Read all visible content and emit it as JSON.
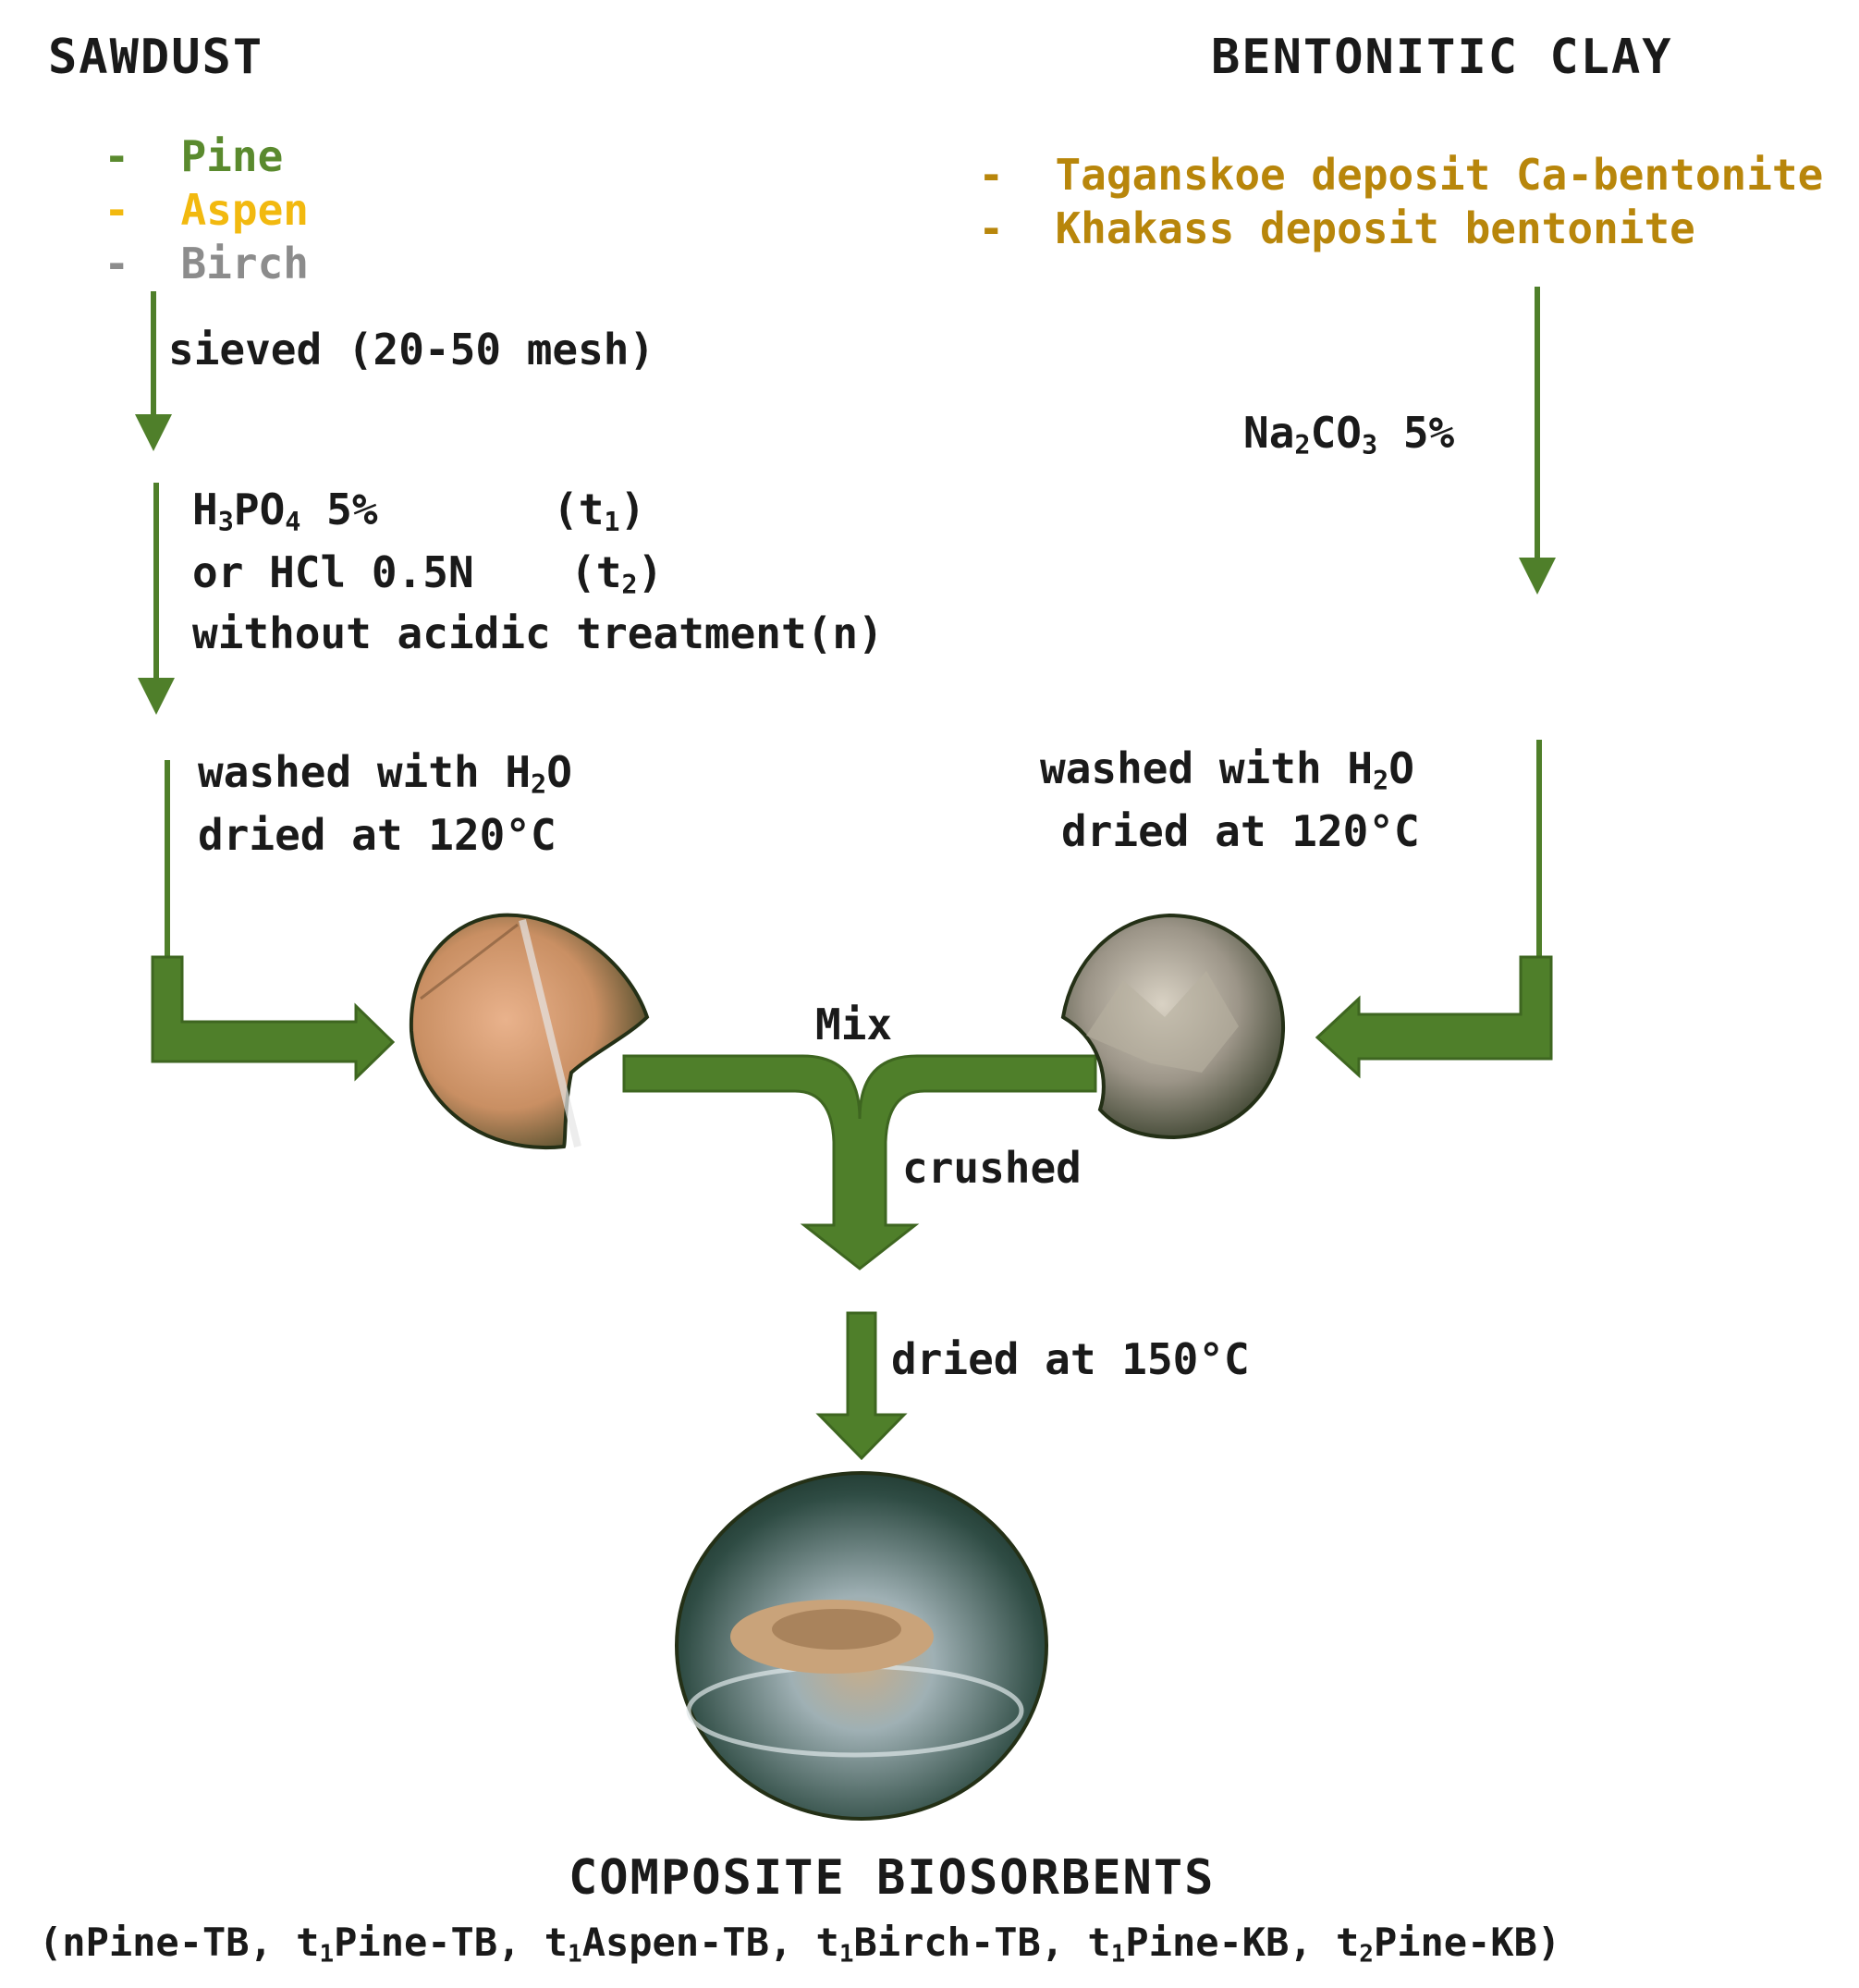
{
  "sawdust": {
    "title": "SAWDUST",
    "items": [
      {
        "dash": "-",
        "label": "Pine",
        "color": "#5a8a2e"
      },
      {
        "dash": "-",
        "label": "Aspen",
        "color": "#f2b90f"
      },
      {
        "dash": "-",
        "label": "Birch",
        "color": "#8c8c8c"
      }
    ]
  },
  "clay": {
    "title": "BENTONITIC CLAY",
    "items": [
      {
        "dash": "-",
        "label": "Taganskoe deposit Ca-bentonite",
        "color": "#b8860b"
      },
      {
        "dash": "-",
        "label": "Khakass deposit bentonite",
        "color": "#b8860b"
      }
    ]
  },
  "steps": {
    "sieved": "sieved (20-50 mesh)",
    "h3po4_pre": "H",
    "h3po4_sub1": "3",
    "h3po4_mid": "PO",
    "h3po4_sub2": "4",
    "h3po4_post": " 5%",
    "t1_pre": "(t",
    "t1_sub": "1",
    "t1_post": ")",
    "hcl": "or HCl 0.5N",
    "t2_pre": "(t",
    "t2_sub": "2",
    "t2_post": ")",
    "no_acid": "without acidic treatment(n)",
    "wash_left_pre": "washed with H",
    "wash_left_sub": "2",
    "wash_left_post": "O",
    "dry_left": "dried at 120°C",
    "na_pre": "Na",
    "na_sub1": "2",
    "na_mid": "CO",
    "na_sub2": "3",
    "na_post": " 5%",
    "wash_right_pre": "washed with H",
    "wash_right_sub": "2",
    "wash_right_post": "O",
    "dry_right": "dried at 120°C",
    "mix": "Mix",
    "crushed": "crushed",
    "dry_150": "dried at 150°C"
  },
  "result": {
    "title": "COMPOSITE BIOSORBENTS",
    "list_open": "(nPine-TB, t",
    "sub_a": "1",
    "list_b": "Pine-TB, t",
    "sub_b": "1",
    "list_c": "Aspen-TB, t",
    "sub_c": "1",
    "list_d": "Birch-TB, t",
    "sub_d": "1",
    "list_e": "Pine-KB, t",
    "sub_e": "2",
    "list_f": "Pine-KB)"
  },
  "colors": {
    "arrow": "#4f7f2a",
    "text": "#1a1a1a"
  },
  "images": [
    "sawdust-photo",
    "clay-photo",
    "composite-photo"
  ]
}
